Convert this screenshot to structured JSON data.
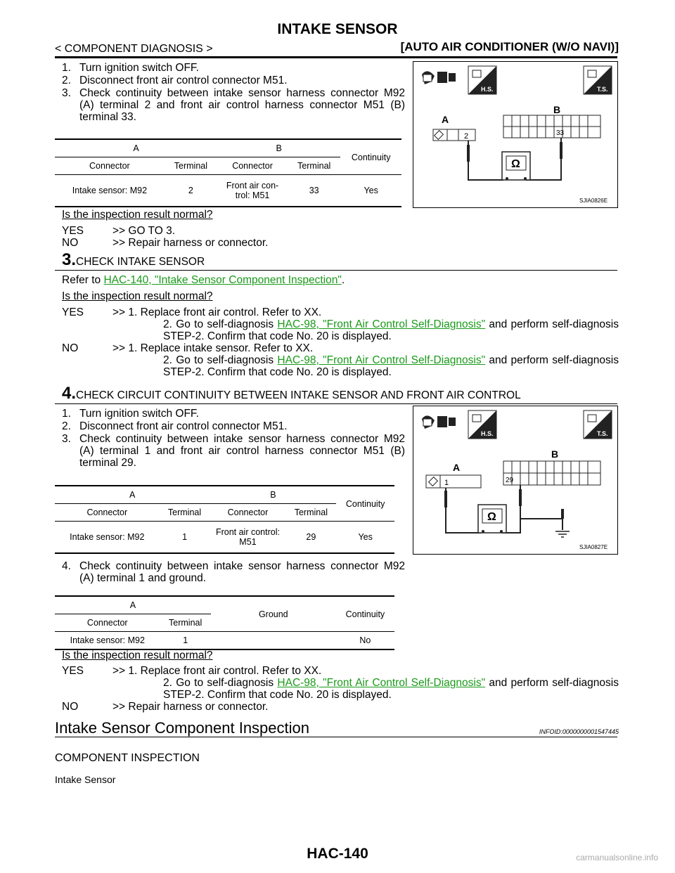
{
  "header": {
    "title": "INTAKE SENSOR",
    "section_left": "< COMPONENT DIAGNOSIS >",
    "section_right": "[AUTO AIR CONDITIONER (W/O NAVI)]"
  },
  "step2": {
    "items": [
      {
        "n": "1.",
        "text": "Turn ignition switch OFF."
      },
      {
        "n": "2.",
        "text": "Disconnect front air control connector M51."
      },
      {
        "n": "3.",
        "text": "Check continuity between intake sensor harness connector M92 (A) terminal 2 and front air control harness connector M51 (B) terminal 33."
      }
    ],
    "table": {
      "h_a": "A",
      "h_b": "B",
      "h_cont": "Continuity",
      "h_conn": "Connector",
      "h_term": "Terminal",
      "h_conn2": "Connector",
      "h_term2": "Terminal",
      "r_conn_a": "Intake sensor: M92",
      "r_term_a": "2",
      "r_conn_b": "Front air con-trol: M51",
      "r_term_b": "33",
      "r_cont": "Yes"
    },
    "question": "Is the inspection result normal?",
    "yes_key": "YES",
    "yes_text": ">> GO TO 3.",
    "no_key": "NO",
    "no_text": ">> Repair harness or connector.",
    "figure": {
      "label_a": "A",
      "label_b": "B",
      "pin_a": "2",
      "pin_b": "33",
      "code": "SJIA0826E",
      "hs": "H.S.",
      "ts": "T.S."
    }
  },
  "step3": {
    "num": "3.",
    "title": "CHECK INTAKE SENSOR",
    "refer_prefix": "Refer to ",
    "refer_link": "HAC-140, \"Intake Sensor Component Inspection\"",
    "refer_suffix": ".",
    "question": "Is the inspection result normal?",
    "yes_key": "YES",
    "yes_1": ">> 1. Replace front air control. Refer to XX.",
    "yes_2a": "2. Go to self-diagnosis ",
    "yes_2_link": "HAC-98, \"Front Air Control Self-Diagnosis\"",
    "yes_2b": " and perform self-diagnosis STEP-2. Confirm that code No. 20 is displayed.",
    "no_key": "NO",
    "no_1": ">> 1. Replace intake sensor. Refer to XX.",
    "no_2a": "2. Go to self-diagnosis ",
    "no_2_link": "HAC-98, \"Front Air Control Self-Diagnosis\"",
    "no_2b": " and perform self-diagnosis STEP-2. Confirm that code No. 20 is displayed."
  },
  "step4": {
    "num": "4.",
    "title": "CHECK CIRCUIT CONTINUITY BETWEEN INTAKE SENSOR AND FRONT AIR CONTROL",
    "items": [
      {
        "n": "1.",
        "text": "Turn ignition switch OFF."
      },
      {
        "n": "2.",
        "text": "Disconnect front air control connector M51."
      },
      {
        "n": "3.",
        "text": "Check continuity between intake sensor harness connector M92 (A) terminal 1 and front air control harness connector M51 (B) terminal 29."
      }
    ],
    "table": {
      "h_a": "A",
      "h_b": "B",
      "h_cont": "Continuity",
      "h_conn": "Connector",
      "h_term": "Terminal",
      "h_conn2": "Connector",
      "h_term2": "Terminal",
      "r_conn_a": "Intake sensor: M92",
      "r_term_a": "1",
      "r_conn_b": "Front air control: M51",
      "r_term_b": "29",
      "r_cont": "Yes"
    },
    "item4_n": "4.",
    "item4_text": "Check continuity between intake sensor harness connector M92 (A) terminal 1 and ground.",
    "table2": {
      "h_a": "A",
      "h_ground": "Ground",
      "h_cont": "Continuity",
      "h_conn": "Connector",
      "h_term": "Terminal",
      "r_conn": "Intake sensor: M92",
      "r_term": "1",
      "r_cont": "No"
    },
    "question": "Is the inspection result normal?",
    "yes_key": "YES",
    "yes_1": ">> 1. Replace front air control. Refer to XX.",
    "yes_2a": "2. Go to self-diagnosis ",
    "yes_2_link": "HAC-98, \"Front Air Control Self-Diagnosis\"",
    "yes_2b": " and perform self-diagnosis STEP-2. Confirm that code No. 20 is displayed.",
    "no_key": "NO",
    "no_text": ">> Repair harness or connector.",
    "figure": {
      "label_a": "A",
      "label_b": "B",
      "pin_a": "1",
      "pin_b": "29",
      "code": "SJIA0827E",
      "hs": "H.S.",
      "ts": "T.S."
    }
  },
  "component": {
    "heading": "Intake Sensor Component Inspection",
    "infoid": "INFOID:0000000001547445",
    "sub": "COMPONENT INSPECTION",
    "sub2": "Intake Sensor"
  },
  "footer": {
    "page": "HAC-140",
    "watermark": "carmanualsonline.info"
  }
}
